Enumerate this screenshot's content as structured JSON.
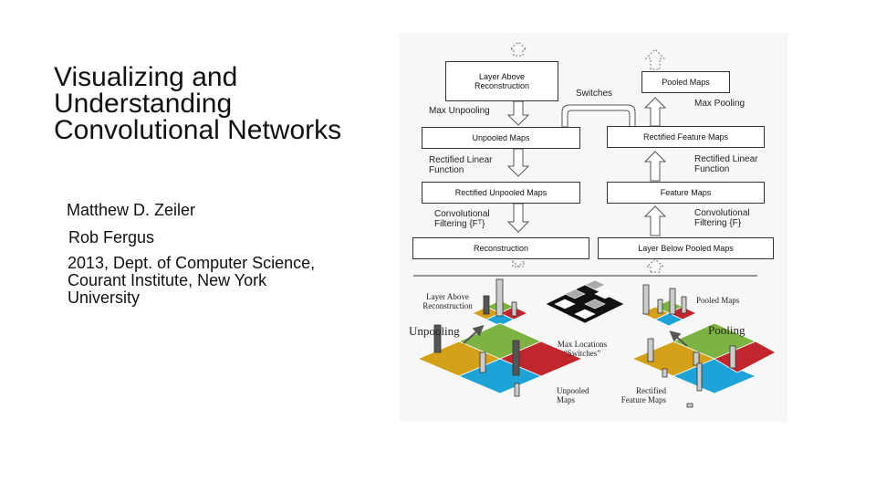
{
  "slide": {
    "title": "Visualizing and Understanding Convolutional Networks",
    "author1": "Matthew D. Zeiler",
    "author2": "Rob Fergus",
    "affiliation": "2013, Dept. of Computer Science, Courant Institute, New York University"
  },
  "diagram": {
    "deconv": {
      "layer_above": "Layer Above Reconstruction",
      "max_unpooling": "Max Unpooling",
      "unpooled_maps": "Unpooled Maps",
      "rectified_linear": "Rectified Linear Function",
      "rectified_unpooled": "Rectified Unpooled Maps",
      "conv_filtering": "Convolutional Filtering {Fᵀ}",
      "reconstruction": "Reconstruction"
    },
    "switches": "Switches",
    "conv": {
      "pooled_maps": "Pooled Maps",
      "max_pooling": "Max Pooling",
      "rectified_feature": "Rectified Feature Maps",
      "rectified_linear": "Rectified Linear Function",
      "feature_maps": "Feature Maps",
      "conv_filtering": "Convolutional Filtering {F}",
      "layer_below": "Layer Below Pooled Maps"
    },
    "illustration": {
      "layer_above": "Layer Above Reconstruction",
      "unpooling": "Unpooling",
      "max_locations": "Max Locations “Switches”",
      "pooled_maps": "Pooled Maps",
      "pooling": "Pooling",
      "unpooled_maps": "Unpooled Maps",
      "rectified_feature": "Rectified Feature Maps"
    },
    "colors": {
      "yellow": "#d4a017",
      "green": "#7cb342",
      "blue": "#1ea3d8",
      "red": "#c0262c"
    }
  }
}
